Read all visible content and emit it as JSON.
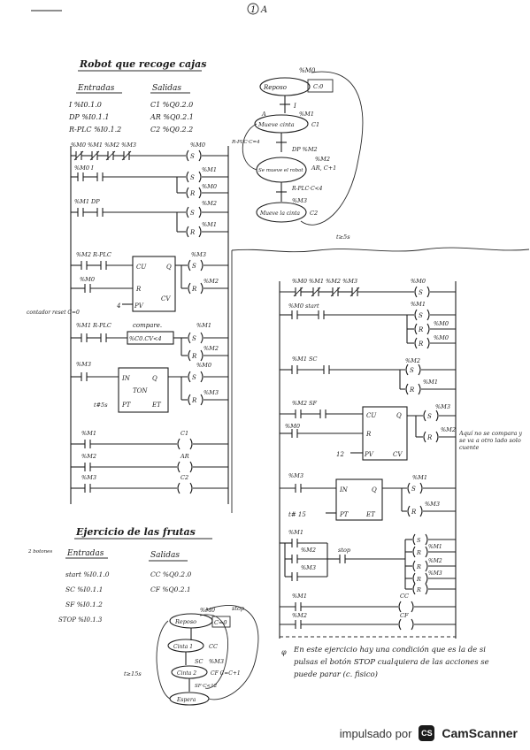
{
  "page": {
    "number": "1",
    "mark": "A"
  },
  "robot": {
    "title": "Robot que recoge cajas",
    "entradas_label": "Entradas",
    "salidas_label": "Salidas",
    "inputs": [
      "I %I0.1.0",
      "DP %I0.1.1",
      "R-PLC %I0.1.2"
    ],
    "outputs": [
      "C1 %Q0.2.0",
      "AR %Q0.2.1",
      "C2 %Q0.2.2"
    ],
    "rung1_contacts": "%M0 %M1 %M2 %M3",
    "rung1_coil": "%M0",
    "rung2": "%M0  I",
    "rung2_coils": [
      "%M1",
      "%M0"
    ],
    "rung3": "%M1  DP",
    "rung3_coils": [
      "%M2",
      "%M1"
    ],
    "counter_in": "%M2  R-PLC",
    "counter_reset": "%M0",
    "counter_cu": "CU",
    "counter_r": "R",
    "counter_pv": "PV",
    "counter_q": "Q",
    "counter_cv": "CV",
    "counter_pv_val": "4",
    "counter_label": "contador reset C=0",
    "counter_coils": [
      "%M3",
      "%M2"
    ],
    "compare_in": "%M1  R-PLC",
    "compare_label": "compare.",
    "compare_expr": "%C0.CV<4",
    "compare_coils": [
      "%M1",
      "%M2"
    ],
    "timer_in": "%M3",
    "timer_in_pin": "IN",
    "timer_ton": "TON",
    "timer_q": "Q",
    "timer_pt": "PT",
    "timer_et": "ET",
    "timer_preset": "t#5s",
    "timer_coils": [
      "%M0",
      "%M3"
    ],
    "outputs_ladder": [
      {
        "contact": "%M1",
        "coil": "C1"
      },
      {
        "contact": "%M2",
        "coil": "AR"
      },
      {
        "contact": "%M3",
        "coil": "C2"
      }
    ]
  },
  "robot_grafcet": {
    "top_label": "%M0",
    "states": [
      "Reposo",
      "Mueve cinta",
      "Se mueve el robot",
      "Mueve la cinta"
    ],
    "actions": [
      "C:0",
      "C1",
      "AR, C+1",
      "C2"
    ],
    "transitions": [
      "I",
      "DP %M2",
      "R-PLC·C<4",
      "%M3"
    ],
    "side_labels": [
      "A",
      "%M1",
      "R-PLC·C=4",
      "%M2",
      "t≥5s"
    ]
  },
  "frutas": {
    "title": "Ejercicio de las frutas",
    "side_note": "2 botones",
    "entradas_label": "Entradas",
    "salidas_label": "Salidas",
    "inputs": [
      "start %I0.1.0",
      "SC %I0.1.1",
      "SF %I0.1.2",
      "STOP %I0.1.3"
    ],
    "outputs": [
      "CC %Q0.2.0",
      "CF %Q0.2.1"
    ],
    "grafcet_states": [
      "Reposo",
      "Cinta 1",
      "Cinta 2",
      "Espera"
    ],
    "grafcet_actions": [
      "C=0",
      "CC",
      "CF C=C+1",
      ""
    ],
    "grafcet_labels": [
      "stop",
      "%M0",
      "SC",
      "%M3",
      "SF·C<12",
      "t≥15s"
    ]
  },
  "right_ladder": {
    "rung1_contacts": "%M0 %M1 %M2 %M3",
    "rung1_coil": "%M0",
    "rung2": "%M0  start",
    "rung2_coils": [
      "%M1",
      "%M0",
      "%M0"
    ],
    "rung3": "%M1  SC",
    "rung3_coils": [
      "%M2",
      "%M1"
    ],
    "counter_in": "%M2  SF",
    "counter_reset": "%M0",
    "counter_cu": "CU",
    "counter_r": "R",
    "counter_pv": "PV",
    "counter_q": "Q",
    "counter_cv": "CV",
    "counter_pv_val": "12",
    "counter_coils": [
      "%M3",
      "%M2"
    ],
    "counter_note": "Aquí no se compara y se va a otro lado solo cuente",
    "timer_in": "%M3",
    "timer_in_pin": "IN",
    "timer_q": "Q",
    "timer_pt": "PT",
    "timer_et": "ET",
    "timer_preset": "t# 15",
    "timer_coils": [
      "%M1",
      "%M3"
    ],
    "stop_rung_label": "%M1",
    "stop_contacts": [
      "%M2",
      "%M3"
    ],
    "stop_label": "stop",
    "stop_coils": [
      "%M1",
      "%M2",
      "%M3"
    ],
    "outputs_ladder": [
      {
        "contact": "%M1",
        "coil": "CC"
      },
      {
        "contact": "%M2",
        "coil": "CF"
      }
    ],
    "note": "En este ejercicio hay una condición que es la de si pulsas el botón STOP cualquiera de las acciones se puede parar (c. fisico)"
  },
  "footer": {
    "prefix": "impulsado por",
    "logo": "CS",
    "brand": "CamScanner"
  }
}
